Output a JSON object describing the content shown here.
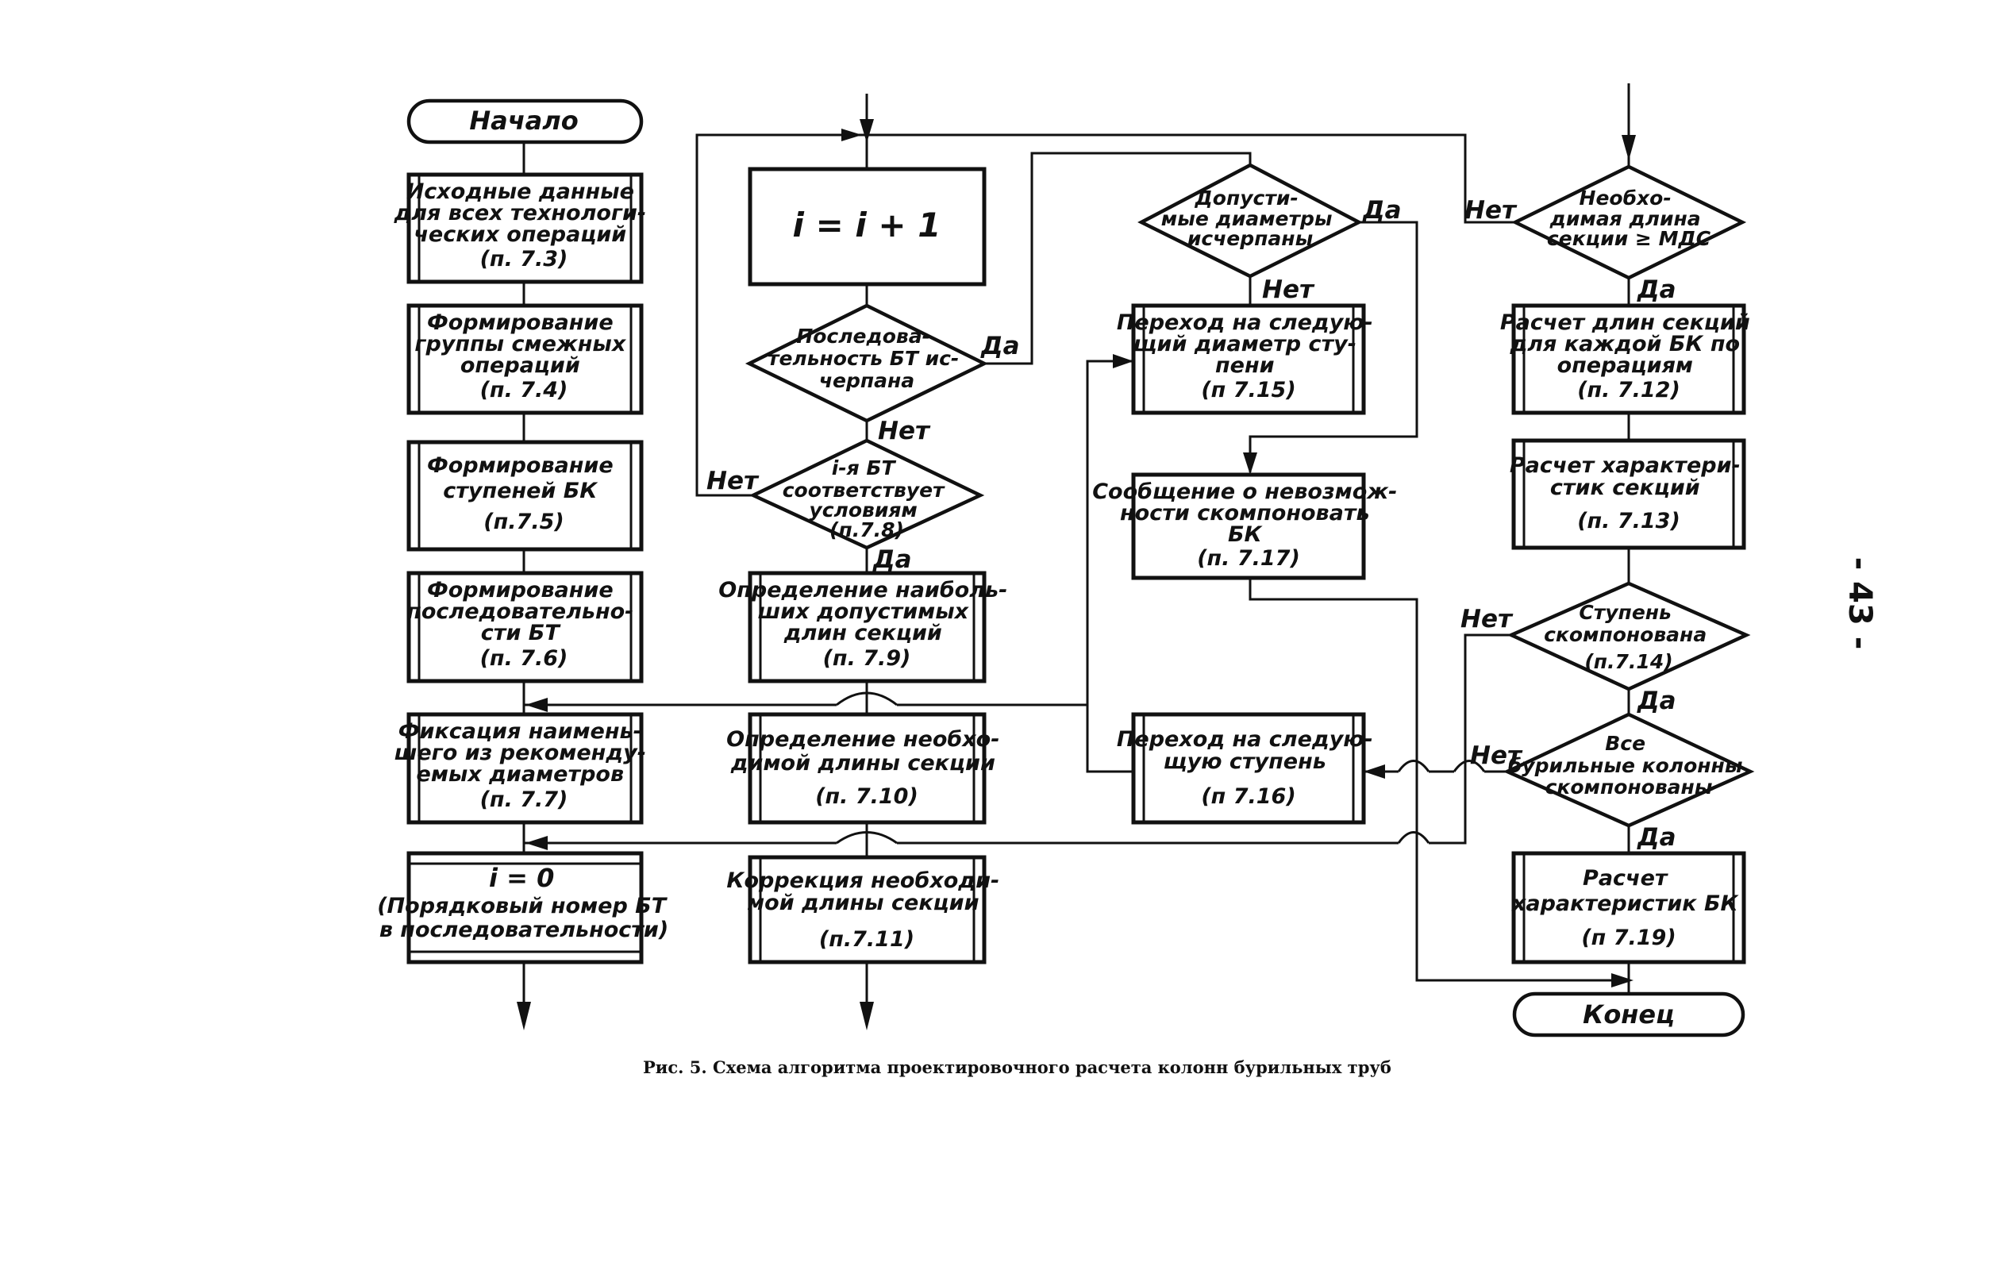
{
  "start": "Начало",
  "end": "Конец",
  "col1": {
    "b1": [
      "Исходные данные",
      "для всех технологи-",
      "ческих операций",
      "(п. 7.3)"
    ],
    "b2": [
      "Формирование",
      "группы смежных",
      "операций",
      "(п. 7.4)"
    ],
    "b3": [
      "Формирование",
      "ступеней БК",
      "(п.7.5)"
    ],
    "b4": [
      "Формирование",
      "последовательно-",
      "сти БТ",
      "(п. 7.6)"
    ],
    "b5": [
      "Фиксация наимень-",
      "шего из рекоменду-",
      "емых диаметров",
      "(п. 7.7)"
    ],
    "b6": [
      "i = 0",
      "(Порядковый номер БТ",
      "в последовательности)"
    ]
  },
  "col2": {
    "b1": "i = i + 1",
    "d1": [
      "Последова-",
      "тельность БТ ис-",
      "черпана"
    ],
    "d2": [
      "i-я БТ",
      "соответствует",
      "условиям",
      "(п.7.8)"
    ],
    "b2": [
      "Определение наиболь-",
      "ших допустимых",
      "длин секций",
      "(п. 7.9)"
    ],
    "b3": [
      "Определение необхо-",
      "димой длины секции",
      "(п. 7.10)"
    ],
    "b4": [
      "Коррекция необходи-",
      "мой длины секции",
      "(п.7.11)"
    ]
  },
  "col3": {
    "d1": [
      "Допусти-",
      "мые диаметры",
      "исчерпаны"
    ],
    "b1": [
      "Переход на следую-",
      "щий диаметр сту-",
      "пени",
      "(п 7.15)"
    ],
    "b2": [
      "Сообщение о невозмож-",
      "ности скомпоновать",
      "БК",
      "(п. 7.17)"
    ],
    "b3": [
      "Переход на следую-",
      "щую ступень",
      "(п 7.16)"
    ]
  },
  "col4": {
    "d1": [
      "Необхо-",
      "димая длина",
      "секции ≥ МДС"
    ],
    "b1": [
      "Расчет длин секций",
      "для каждой БК по",
      "операциям",
      "(п. 7.12)"
    ],
    "b2": [
      "Расчет характери-",
      "стик секций",
      "(п. 7.13)"
    ],
    "d2": [
      "Ступень",
      "скомпонована",
      "(п.7.14)"
    ],
    "d3": [
      "Все",
      "бурильные колонны",
      "скомпонованы"
    ],
    "b3": [
      "Расчет",
      "характеристик БК",
      "(п 7.19)"
    ]
  },
  "yes_no": {
    "da": "Да",
    "net": "Нет"
  },
  "caption": "Рис. 5. Схема алгоритма проектировочного расчета колонн  бурильных труб",
  "page_number": "- 43 -"
}
